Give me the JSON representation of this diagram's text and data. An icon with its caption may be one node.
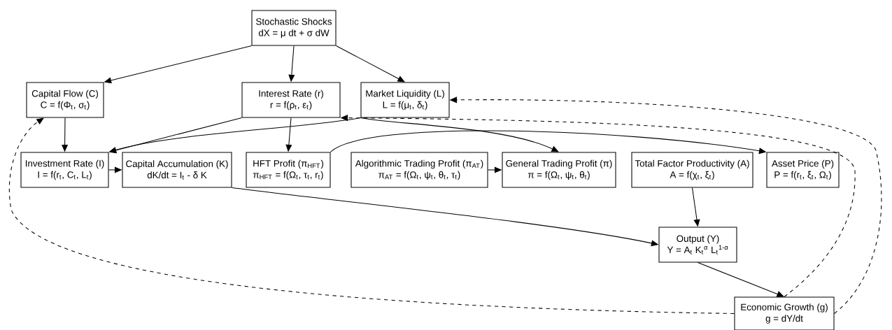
{
  "diagram": {
    "nodes": [
      {
        "text": [
          "Stochastic Shocks",
          "dX = μ dt + σ dW"
        ]
      },
      {
        "text": [
          "Capital Flow (C)",
          "C = f(Φ$_{t}$, σ$_{t}$)"
        ]
      },
      {
        "text": [
          "Interest Rate (r)",
          "r = f(ρ$_{t}$, ε$_{t}$)"
        ]
      },
      {
        "text": [
          "Market Liquidity (L)",
          "L = f(μ$_{t}$, δ$_{t}$)"
        ]
      },
      {
        "text": [
          "Investment Rate (I)",
          "I = f(r$_{t}$, C$_{t}$, L$_{t}$)"
        ]
      },
      {
        "text": [
          "Capital Accumulation (K)",
          "dK/dt = I$_{t}$ - δ K"
        ]
      },
      {
        "text": [
          "HFT Profit (π$_{HFT}$)",
          "π$_{HFT}$ = f(Ω$_{t}$, τ$_{t}$, r$_{t}$)"
        ]
      },
      {
        "text": [
          "Algorithmic Trading Profit (π$_{AT}$)",
          "π$_{AT}$ = f(Ω$_{t}$, ψ$_{t}$, θ$_{t}$, τ$_{t}$)"
        ]
      },
      {
        "text": [
          "General Trading Profit (π)",
          "π = f(Ω$_{t}$, ψ$_{t}$, θ$_{t}$)"
        ]
      },
      {
        "text": [
          "Total Factor Productivity (A)",
          "A = f(χ$_{t}$, ξ$_{t}$)"
        ]
      },
      {
        "text": [
          "Asset Price (P)",
          "P = f(r$_{t}$, ξ$_{t}$, Ω$_{t}$)"
        ]
      },
      {
        "text": [
          "Output (Y)",
          "Y = A$_{t}$ K$_{t}$$^{α}$ L$_{t}$$^{1-α}$"
        ]
      },
      {
        "text": [
          "Economic Growth (g)",
          "g = dY/dt"
        ]
      }
    ],
    "edges": [
      {
        "from": 0,
        "to": 1,
        "arrow": "to"
      },
      {
        "from": 0,
        "to": 2,
        "arrow": "to"
      },
      {
        "from": 0,
        "to": 3,
        "arrow": "to"
      },
      {
        "from": 1,
        "to": 4,
        "arrow": "to"
      },
      {
        "from": 2,
        "to": 4,
        "arrow": "to"
      },
      {
        "from": 3,
        "to": 4,
        "arrow": "to"
      },
      {
        "from": 2,
        "to": 6,
        "arrow": "to"
      },
      {
        "from": 4,
        "to": 5,
        "arrow": "to"
      },
      {
        "from": 3,
        "to": 8,
        "arrow": "to"
      },
      {
        "from": 6,
        "to": 10,
        "arrow": "to"
      },
      {
        "from": 7,
        "to": 8,
        "arrow": "to"
      },
      {
        "from": 5,
        "to": 11,
        "arrow": "to"
      },
      {
        "from": 9,
        "to": 11,
        "arrow": "to"
      },
      {
        "from": 11,
        "to": 12,
        "arrow": "to"
      },
      {
        "from": 12,
        "to": 1,
        "arrow": "to",
        "style": "dashed"
      },
      {
        "from": 12,
        "to": 3,
        "arrow": "to",
        "style": "dashed"
      },
      {
        "from": 12,
        "to": 2,
        "arrow": "to",
        "style": "dashed"
      }
    ]
  }
}
